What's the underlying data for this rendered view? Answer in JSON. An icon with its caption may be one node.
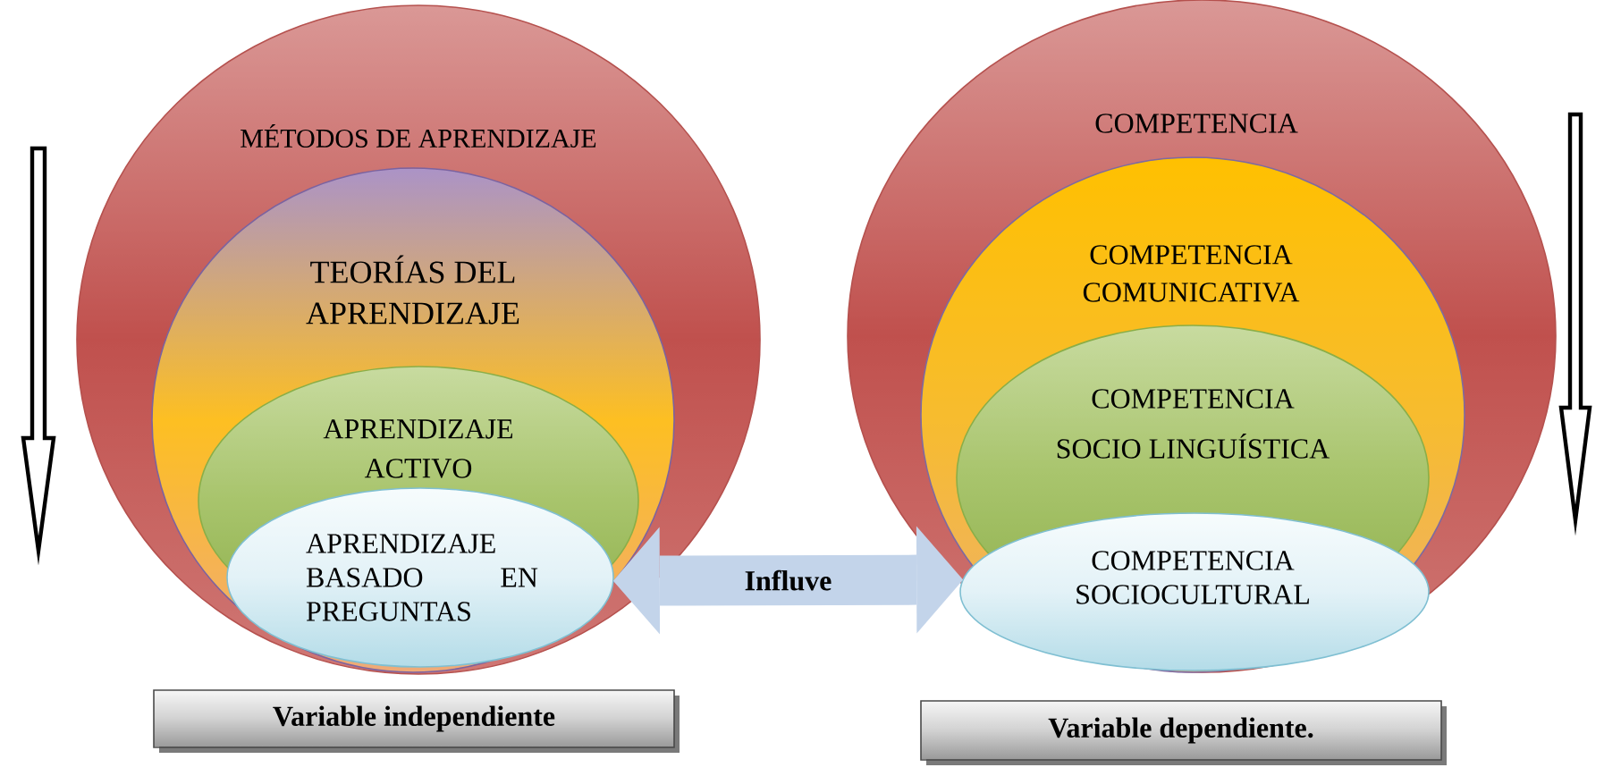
{
  "diagram": {
    "nodes": [
      {
        "text": [
          "MÉTODOS DE APRENDIZAJE"
        ]
      },
      {
        "text": [
          "TEORÍAS DEL APRENDIZAJE"
        ],
        "in": 0
      },
      {
        "text": [
          "APRENDIZAJE ACTIVO"
        ],
        "in": 1
      },
      {
        "text": [
          "APRENDIZAJE BASADO EN PREGUNTAS"
        ],
        "in": 1
      },
      {
        "text": [
          "COMPETENCIA"
        ]
      },
      {
        "text": [
          "COMPETENCIA COMUNICATIVA"
        ],
        "in": 4
      },
      {
        "text": [
          "COMPETENCIA SOCIO LINGUÍSTICA"
        ],
        "in": 5
      },
      {
        "text": [
          "COMPETENCIA SOCIOCULTURAL"
        ],
        "in": 5
      },
      {
        "text": [
          "Variable independiente"
        ]
      },
      {
        "text": [
          "Variable dependiente."
        ]
      }
    ],
    "edges": [
      {
        "from": 3,
        "to": 7,
        "arrow": "both",
        "label": "Influve"
      }
    ]
  }
}
